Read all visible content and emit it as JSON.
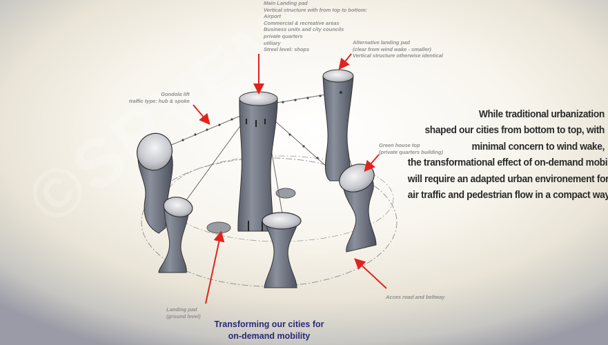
{
  "labels": {
    "main_pad": "Main Landing pad\nVertical structure with from top to bottom:\nAirport\nCommercial & recreative areas\nBusiness units and city councils\nprivate quarters\nutiliary\nStreel level: shops",
    "alt_pad": "Alternative landing pad\n(clear from wind wake - smaller)\nVertical structure otherwise identical",
    "gondola": "Gondola lift\ntraffic type: hub & spoke",
    "green_house": "Green house top\n(private quarters building)",
    "landing_ground": "Landing pad\n(ground level)",
    "road": "Acces road and beltway"
  },
  "statement_lines": [
    "While traditional urbanization",
    "shaped our cities from bottom to top, with",
    "minimal concern to wind wake,",
    "the transformational effect of on-demand mobility",
    "will require an adapted urban environement for",
    "air traffic and pedestrian flow in a compact way."
  ],
  "caption_lines": [
    "Transforming our cities for",
    "on-demand mobility"
  ],
  "watermark": "©SRVEMC 2017",
  "colors": {
    "arrow": "#e0231e",
    "tower": "#6f7480",
    "caption": "#2a2a78"
  }
}
